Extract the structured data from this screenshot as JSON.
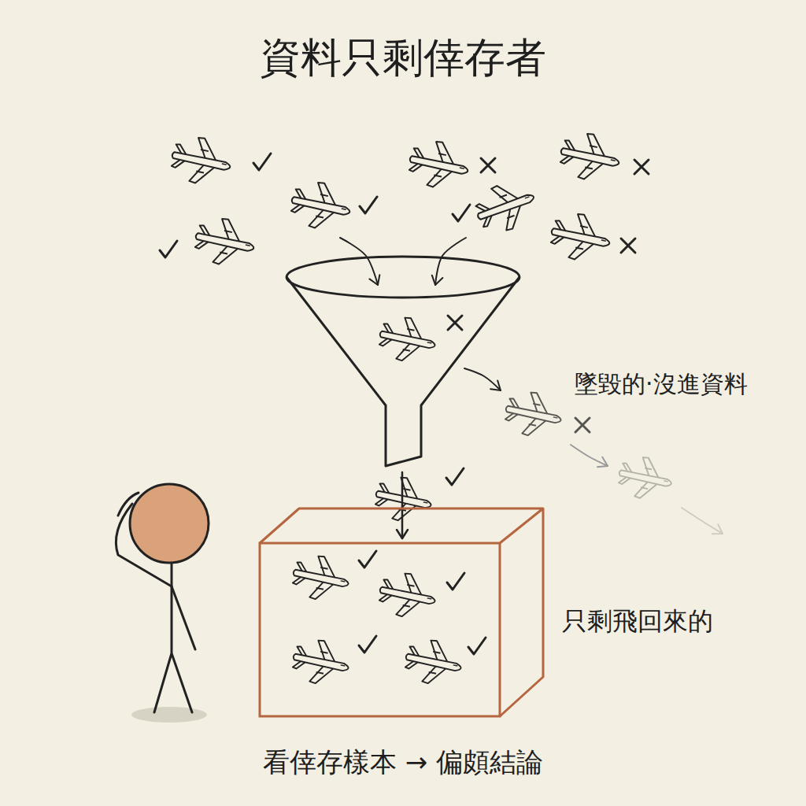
{
  "diagram": {
    "title": "資料只剩倖存者",
    "caption": "看倖存樣本 → 偏頗結論",
    "labels": [
      "墜毀的·沒進資料",
      "只剩飛回來的"
    ]
  }
}
